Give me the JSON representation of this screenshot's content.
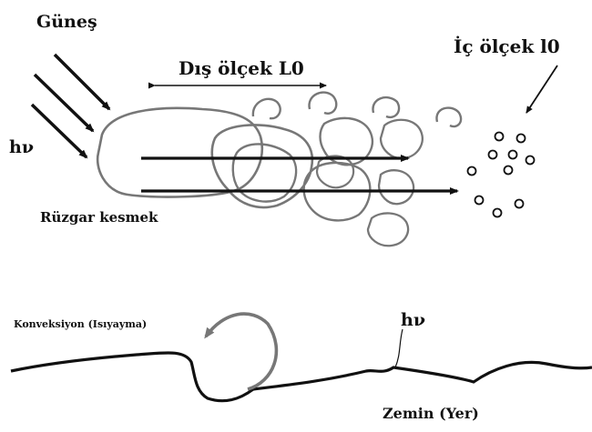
{
  "labels": {
    "sun": "Güneş",
    "hv_top": "hν",
    "outer_scale": "Dış ölçek L0",
    "inner_scale": "İç ölçek l0",
    "wind_shear": "Rüzgar kesmek",
    "convection": "Konveksiyon (Isıyayma)",
    "hv_ground": "hν",
    "ground": "Zemin (Yer)"
  },
  "colors": {
    "ink": "#111111",
    "eddy_outline": "#777777"
  }
}
